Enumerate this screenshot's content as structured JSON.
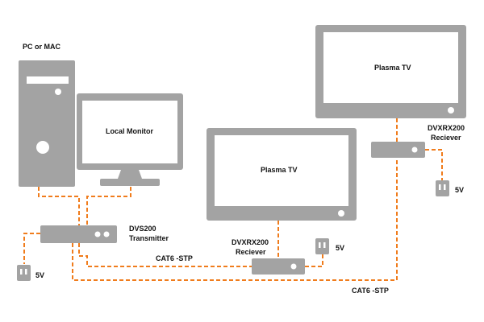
{
  "devices": {
    "pc_label": "PC or MAC",
    "local_monitor_label": "Local Monitor",
    "plasma_tv_1_label": "Plasma TV",
    "plasma_tv_2_label": "Plasma TV",
    "transmitter_label_line1": "DVS200",
    "transmitter_label_line2": "Transmitter",
    "receiver_1_label_line1": "DVXRX200",
    "receiver_1_label_line2": "Reciever",
    "receiver_2_label_line1": "DVXRX200",
    "receiver_2_label_line2": "Reciever"
  },
  "power": {
    "transmitter_power_label": "5V",
    "receiver_1_power_label": "5V",
    "receiver_2_power_label": "5V"
  },
  "cables": {
    "cable_1_label": "CAT6 -STP",
    "cable_2_label": "CAT6 -STP"
  },
  "colors": {
    "device_gray": "#a3a3a3",
    "screen_white": "#ffffff",
    "cable_orange": "#f07c1c",
    "text": "#111111"
  }
}
